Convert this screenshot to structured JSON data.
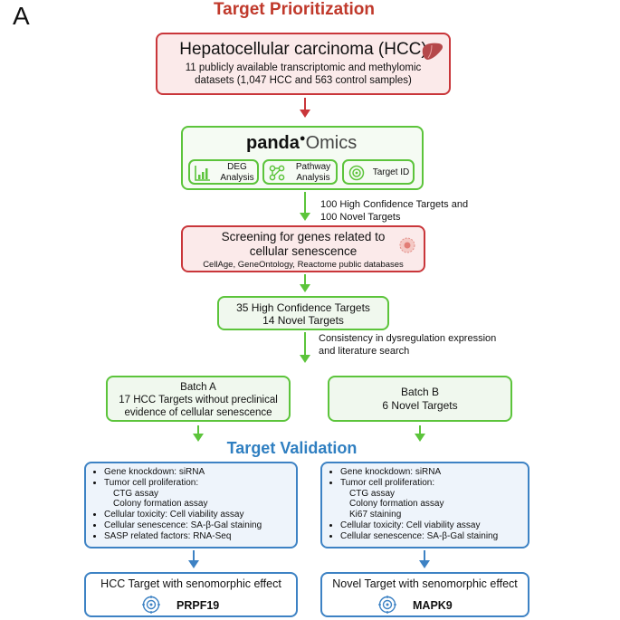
{
  "panel_letter": "A",
  "titles": {
    "prioritization": "Target Prioritization",
    "validation": "Target Validation"
  },
  "hcc_box": {
    "title": "Hepatocellular carcinoma (HCC)",
    "line1": "11 publicly available transcriptomic and methylomic",
    "line2": "datasets (1,047 HCC  and  563 control  samples)"
  },
  "pandaomics": {
    "logo_panda": "panda",
    "logo_omics": "Omics",
    "tools": [
      {
        "line1": "DEG",
        "line2": "Analysis",
        "icon": "bar-chart-icon"
      },
      {
        "line1": "Pathway",
        "line2": "Analysis",
        "icon": "network-icon"
      },
      {
        "line1": "Target ID",
        "line2": "",
        "icon": "target-icon"
      }
    ]
  },
  "note1": {
    "line1": "100 High Confidence Targets and",
    "line2": "100 Novel Targets"
  },
  "senescence_box": {
    "line1": "Screening for genes related to",
    "line2": "cellular senescence",
    "line3": "CellAge, GeneOntology, Reactome public databases"
  },
  "targets_box": {
    "line1": "35 High Confidence Targets",
    "line2": "14 Novel Targets"
  },
  "note2": {
    "line1": "Consistency in dysregulation expression",
    "line2": "and literature search"
  },
  "batch_a": {
    "title": "Batch A",
    "line1": "17  HCC Targets without preclinical",
    "line2": "evidence of cellular senescence"
  },
  "batch_b": {
    "title": "Batch B",
    "line1": "6 Novel Targets"
  },
  "validation_a": [
    "Gene knockdown: siRNA",
    "Tumor cell proliferation:",
    "CTG assay",
    "Colony formation assay",
    "Cellular toxicity: Cell viability assay",
    "Cellular senescence: SA-β-Gal staining",
    "SASP related factors: RNA-Seq"
  ],
  "validation_b": [
    "Gene knockdown: siRNA",
    "Tumor cell proliferation:",
    "CTG assay",
    "Colony formation assay",
    "Ki67 staining",
    "Cellular toxicity: Cell viability assay",
    "Cellular senescence: SA-β-Gal staining"
  ],
  "result_a": {
    "title": "HCC Target with senomorphic effect",
    "target": "PRPF19"
  },
  "result_b": {
    "title": "Novel Target with senomorphic effect",
    "target": "MAPK9"
  },
  "colors": {
    "red": "#c9363a",
    "green": "#5cc43b",
    "blue": "#3d82c4"
  }
}
